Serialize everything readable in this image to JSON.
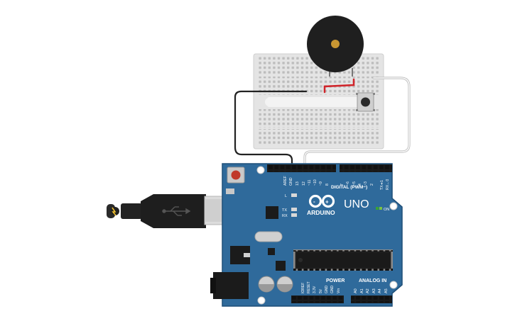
{
  "circuit": {
    "board": {
      "brand_text": "ARDUINO",
      "model_text": "UNO",
      "on_label": "ON",
      "digital_header_label": "DIGITAL (PWM~)",
      "digital_pin_labels": [
        "AREF",
        "GND",
        "13",
        "12",
        "~11",
        "~10",
        "~9",
        "8",
        "7",
        "~6",
        "~5",
        "4",
        "~3",
        "2",
        "TX➜1",
        "RX←0"
      ],
      "led_labels": [
        "L",
        "TX",
        "RX"
      ],
      "power_header_label": "POWER",
      "power_pin_labels": [
        "IOREF",
        "RESET",
        "3.3V",
        "5V",
        "GND",
        "GND",
        "Vin"
      ],
      "analog_header_label": "ANALOG IN",
      "analog_pin_labels": [
        "A0",
        "A1",
        "A2",
        "A3",
        "A4",
        "A5"
      ]
    },
    "colors": {
      "board_blue": "#2f6a9b",
      "board_edge": "#1f4f78",
      "breadboard": "#e4e4e4",
      "wire_black": "#222222",
      "wire_red": "#d0242a",
      "wire_white": "#f4f4f4",
      "buzzer": "#1f1f1f"
    },
    "components": [
      "breadboard",
      "piezo-buzzer",
      "pushbutton",
      "arduino-uno",
      "usb-cable"
    ]
  }
}
